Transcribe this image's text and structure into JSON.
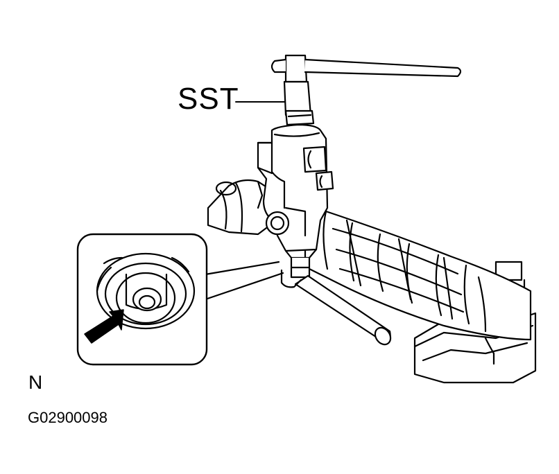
{
  "labels": {
    "tool": "SST",
    "orientation": "N",
    "figure_code": "G02900098"
  },
  "colors": {
    "ink": "#000000",
    "paper": "#ffffff"
  },
  "icons": {
    "arrow": "arrow-pointer-icon"
  }
}
